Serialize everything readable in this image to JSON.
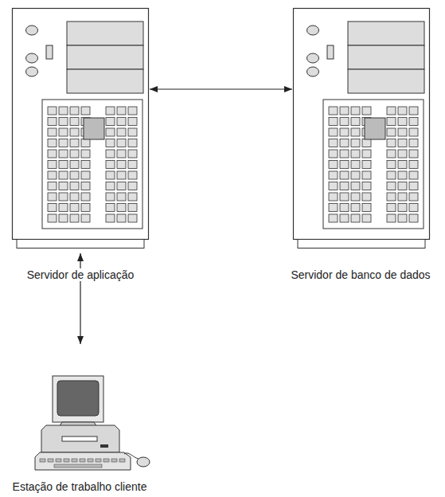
{
  "diagram": {
    "nodes": [
      {
        "text": [
          "Servidor de aplicação"
        ]
      },
      {
        "text": [
          "Servidor de banco de dados"
        ]
      },
      {
        "text": [
          "Estação de trabalho cliente"
        ]
      }
    ],
    "edges": [
      {
        "from": 0,
        "to": 1,
        "arrow": "both"
      },
      {
        "from": 0,
        "to": 2,
        "arrow": "both"
      }
    ]
  }
}
